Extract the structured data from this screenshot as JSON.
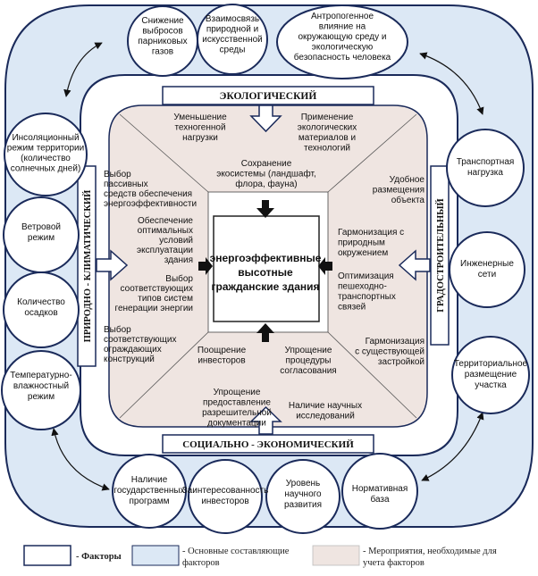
{
  "center": {
    "lines": [
      "энергоэффективные",
      "высотные",
      "гражданские здания"
    ]
  },
  "factors": {
    "ecological": "ЭКОЛОГИЧЕСКИЙ",
    "socioeconomic": "СОЦИАЛЬНО - ЭКОНОМИЧЕСКИЙ",
    "climatic": "ПРИРОДНО - КЛИМАТИЧЕСКИЙ",
    "urban": "ГРАДОСТРОИТЕЛЬНЫЙ"
  },
  "components": {
    "top": [
      {
        "lines": [
          "Снижение",
          "выбросов",
          "парниковых",
          "газов"
        ]
      },
      {
        "lines": [
          "Взаимосвязь",
          "природной и",
          "искусственной",
          "среды"
        ]
      },
      {
        "lines": [
          "Антропогенное",
          "влияние на",
          "окружающую среду и",
          "экологическую",
          "безопасность человека"
        ]
      }
    ],
    "left": [
      {
        "lines": [
          "Инсоляционный",
          "режим территории",
          "(количество",
          "солнечных дней)"
        ]
      },
      {
        "lines": [
          "Ветровой",
          "режим"
        ]
      },
      {
        "lines": [
          "Количество",
          "осадков"
        ]
      },
      {
        "lines": [
          "Температурно-",
          "влажностный",
          "режим"
        ]
      }
    ],
    "right": [
      {
        "lines": [
          "Транспортная",
          "нагрузка"
        ]
      },
      {
        "lines": [
          "Инженерные",
          "сети"
        ]
      },
      {
        "lines": [
          "Территориальное",
          "размещение",
          "участка"
        ]
      }
    ],
    "bottom": [
      {
        "lines": [
          "Наличие",
          "государственных",
          "программ"
        ]
      },
      {
        "lines": [
          "Заинтересованность",
          "инвесторов"
        ]
      },
      {
        "lines": [
          "Уровень",
          "научного",
          "развития"
        ]
      },
      {
        "lines": [
          "Нормативная",
          "база"
        ]
      }
    ]
  },
  "measures": {
    "top_left": [
      "Уменьшение",
      "техногенной",
      "нагрузки"
    ],
    "top_right": [
      "Применение",
      "экологических",
      "материалов и",
      "технологий"
    ],
    "top_center": [
      "Сохранение",
      "экосистемы (ландшафт,",
      "флора, фауна)"
    ],
    "left": [
      [
        "Выбор",
        "пассивных",
        "средств обеспечения",
        "энергоэффективности"
      ],
      [
        "Обеспечение",
        "оптимальных",
        "условий",
        "эксплуатации",
        "здания"
      ],
      [
        "Выбор",
        "соответствующих",
        "типов систем",
        "генерации энергии"
      ],
      [
        "Выбор",
        "соответствующих",
        "ограждающих",
        "конструкций"
      ]
    ],
    "right": [
      [
        "Удобное",
        "размещения",
        "объекта"
      ],
      [
        "Гармонизация с",
        "природным",
        "окружением"
      ],
      [
        "Оптимизация",
        "пешеходно-",
        "транспортных",
        "связей"
      ],
      [
        "Гармонизация",
        "с существующей",
        "застройкой"
      ]
    ],
    "bottom_left": [
      "Поощрение",
      "инвесторов"
    ],
    "bottom_right": [
      "Упрощение",
      "процедуры",
      "согласования"
    ],
    "bottom_center": [
      "Упрощение",
      "предоставление",
      "разрешительной",
      "документации"
    ],
    "bottom_right2": [
      "Наличие научных",
      "исследований"
    ]
  },
  "legend": {
    "factors": "- Факторы",
    "components": [
      "- Основные составляющие",
      "факторов"
    ],
    "measures": [
      "- Мероприятия, необходимые для",
      "учета факторов"
    ]
  },
  "colors": {
    "ring": "#dce8f5",
    "measures": "#efe5e1",
    "stroke": "#1a2a5a"
  }
}
